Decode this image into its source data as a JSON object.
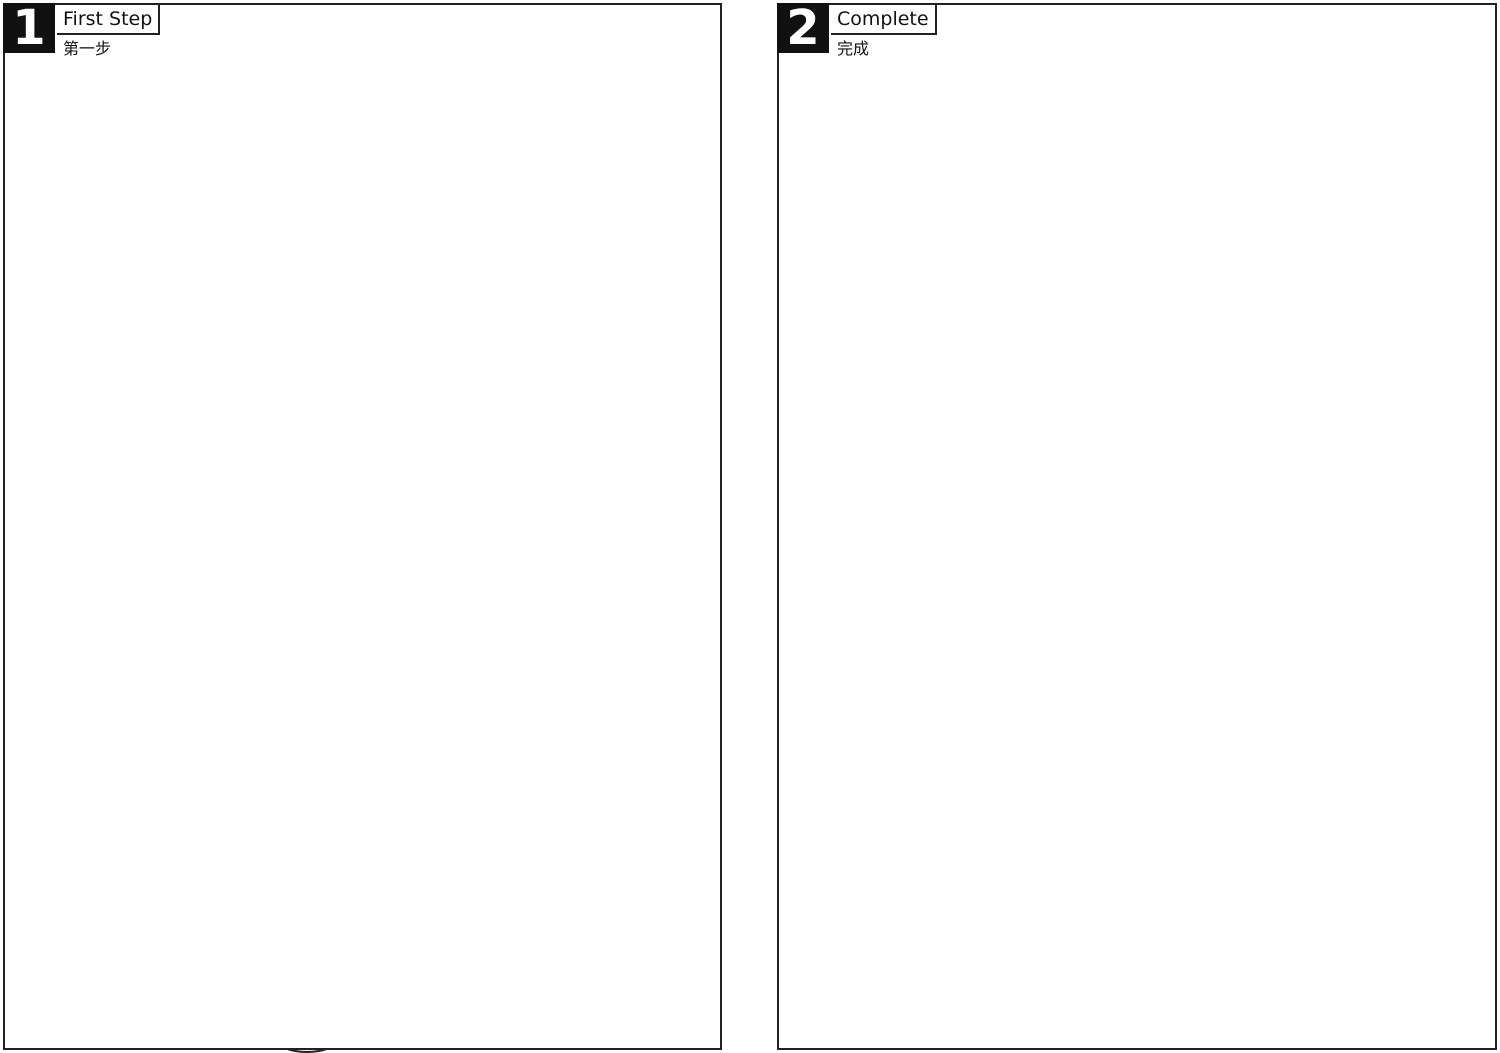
{
  "step1": {
    "number": "1",
    "title": "First Step",
    "subtitle": "第一步"
  },
  "step2": {
    "number": "2",
    "title": "Complete",
    "subtitle": "完成"
  }
}
